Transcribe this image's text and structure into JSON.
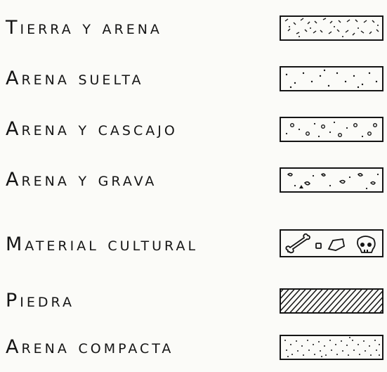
{
  "legend": {
    "items": [
      {
        "label": "Tierra y arena",
        "pattern": "cross-dash-dots"
      },
      {
        "label": "Arena suelta",
        "pattern": "sparse-dots"
      },
      {
        "label": "Arena y cascajo",
        "pattern": "dots-small-circles"
      },
      {
        "label": "Arena y grava",
        "pattern": "dots-pebbles"
      },
      {
        "label": "Material cultural",
        "pattern": "bone-bead-skull"
      },
      {
        "label": "Piedra",
        "pattern": "diagonal-hatch"
      },
      {
        "label": "Arena compacta",
        "pattern": "dense-dots"
      }
    ],
    "colors": {
      "ink": "#151515",
      "paper": "#fbfbf8"
    }
  }
}
